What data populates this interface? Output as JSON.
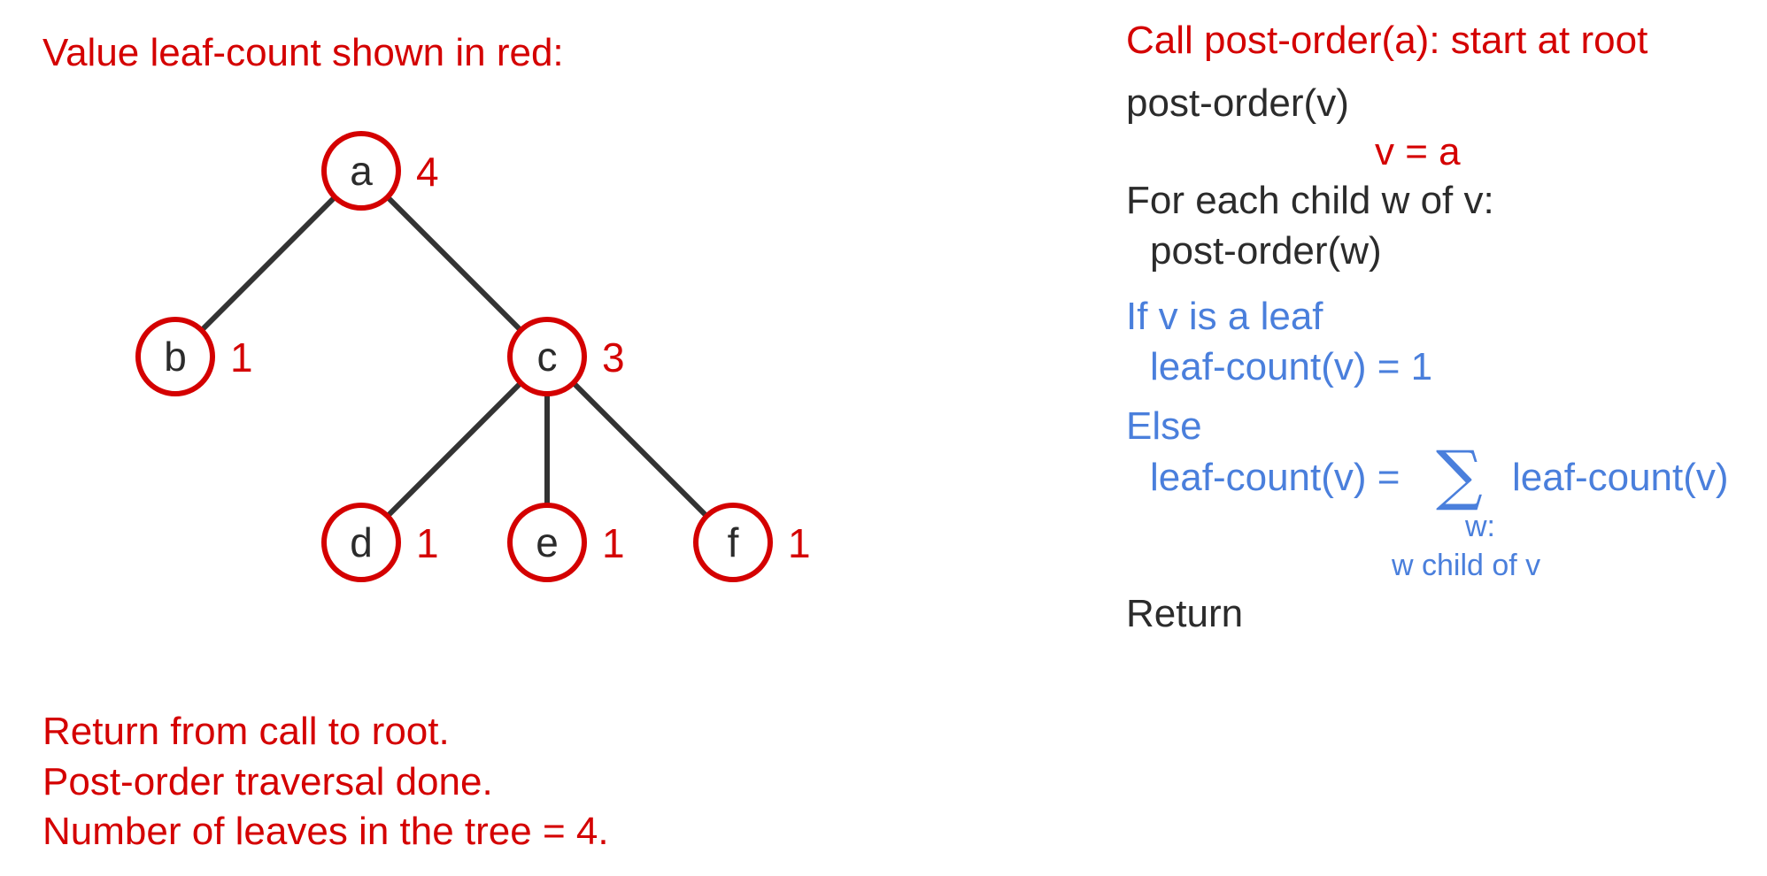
{
  "left_panel": {
    "title": "Value leaf-count shown in red:",
    "footer_lines": [
      "Return from call to root.",
      "Post-order traversal done.",
      "Number of leaves in the tree = 4."
    ]
  },
  "tree": {
    "nodes": [
      {
        "id": "a",
        "label": "a",
        "leaf_count": "4"
      },
      {
        "id": "b",
        "label": "b",
        "leaf_count": "1"
      },
      {
        "id": "c",
        "label": "c",
        "leaf_count": "3"
      },
      {
        "id": "d",
        "label": "d",
        "leaf_count": "1"
      },
      {
        "id": "e",
        "label": "e",
        "leaf_count": "1"
      },
      {
        "id": "f",
        "label": "f",
        "leaf_count": "1"
      }
    ],
    "edges": [
      [
        "a",
        "b"
      ],
      [
        "a",
        "c"
      ],
      [
        "c",
        "d"
      ],
      [
        "c",
        "e"
      ],
      [
        "c",
        "f"
      ]
    ]
  },
  "right_panel": {
    "call_header": "Call post-order(a): start at root",
    "signature": "post-order(v)",
    "binding": "v = a",
    "loop_line": "For each child w of v:",
    "loop_body": "post-order(w)",
    "if_line": "If v is a leaf",
    "if_body": "leaf-count(v) =  1",
    "else_line": "Else",
    "else_lhs": "leaf-count(v) =",
    "sum_symbol": "∑",
    "else_rhs": "leaf-count(v)",
    "sum_sub_1": "w:",
    "sum_sub_2": "w child of v",
    "return_line": "Return"
  },
  "colors": {
    "highlight_red": "#d40000",
    "code_dark": "#2b2b2b",
    "code_blue": "#4a7fdc"
  }
}
